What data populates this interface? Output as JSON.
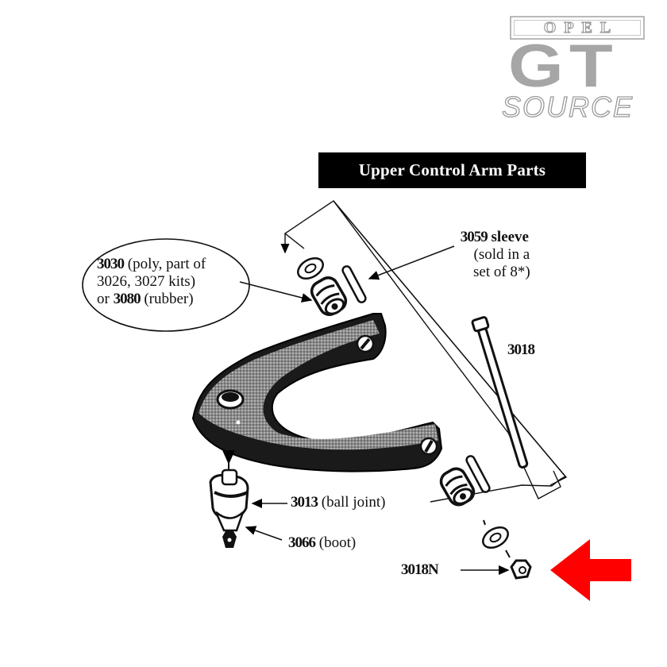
{
  "logo": {
    "line1": "OPEL",
    "line2": "GT",
    "line3": "SOURCE",
    "color": "#a6a6a6"
  },
  "title": "Upper Control Arm Parts",
  "callouts": {
    "bushing": {
      "part1": "3030",
      "desc1": " (poly, part of",
      "line2": "3026, 3027 kits)",
      "or": "or ",
      "part2": "3080",
      "desc2": " (rubber)"
    },
    "sleeve": {
      "part": "3059",
      "name": " sleeve",
      "line2": "(sold in a",
      "line3": "set of 8*)"
    },
    "bolt": {
      "part": "3018"
    },
    "ball_joint": {
      "part": "3013",
      "desc": " (ball joint)"
    },
    "boot": {
      "part": "3066",
      "desc": " (boot)"
    },
    "nut": {
      "part": "3018N"
    }
  },
  "highlight_arrow": {
    "color": "#ff0000",
    "points_to": "3018N"
  }
}
